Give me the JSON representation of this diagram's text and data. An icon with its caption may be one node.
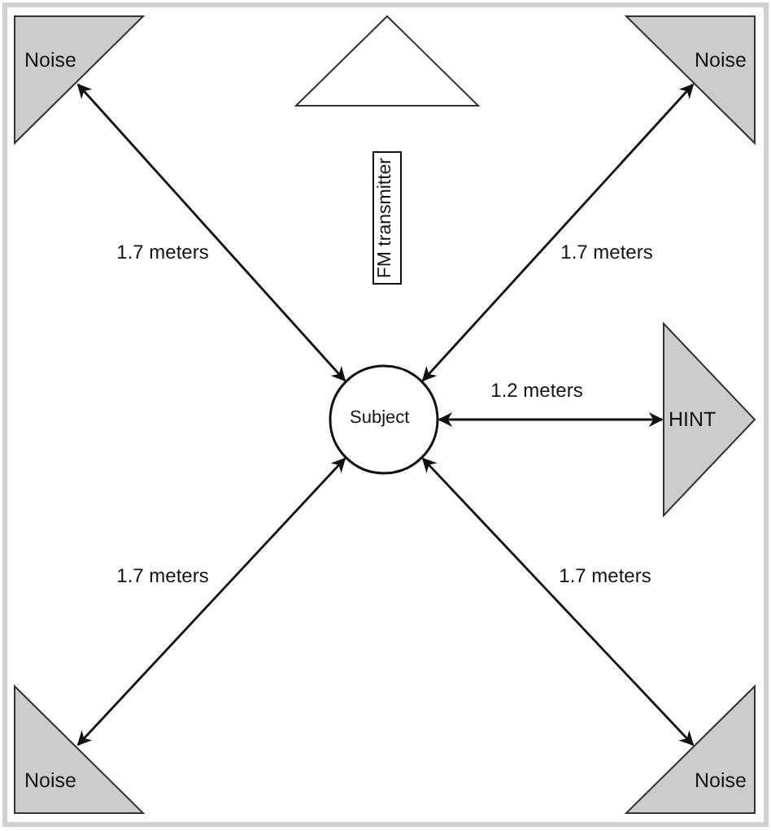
{
  "diagram": {
    "nodes": [
      {
        "text": [
          "Noise"
        ]
      },
      {
        "text": [],
        "shape": "triangle"
      },
      {
        "text": [
          "Noise"
        ]
      },
      {
        "text": [
          "FM transmitter"
        ]
      },
      {
        "text": [
          "Subject"
        ]
      },
      {
        "text": [
          "HINT"
        ]
      },
      {
        "text": [
          "Noise"
        ]
      },
      {
        "text": [
          "Noise"
        ]
      }
    ],
    "edges": [
      {
        "from": 4,
        "to": 0,
        "arrow": "both",
        "label": "1.7 meters"
      },
      {
        "from": 4,
        "to": 2,
        "arrow": "both",
        "label": "1.7 meters"
      },
      {
        "from": 4,
        "to": 6,
        "arrow": "both",
        "label": "1.7 meters"
      },
      {
        "from": 4,
        "to": 7,
        "arrow": "both",
        "label": "1.7 meters"
      },
      {
        "from": 4,
        "to": 5,
        "arrow": "both",
        "label": "1.2 meters"
      }
    ]
  }
}
